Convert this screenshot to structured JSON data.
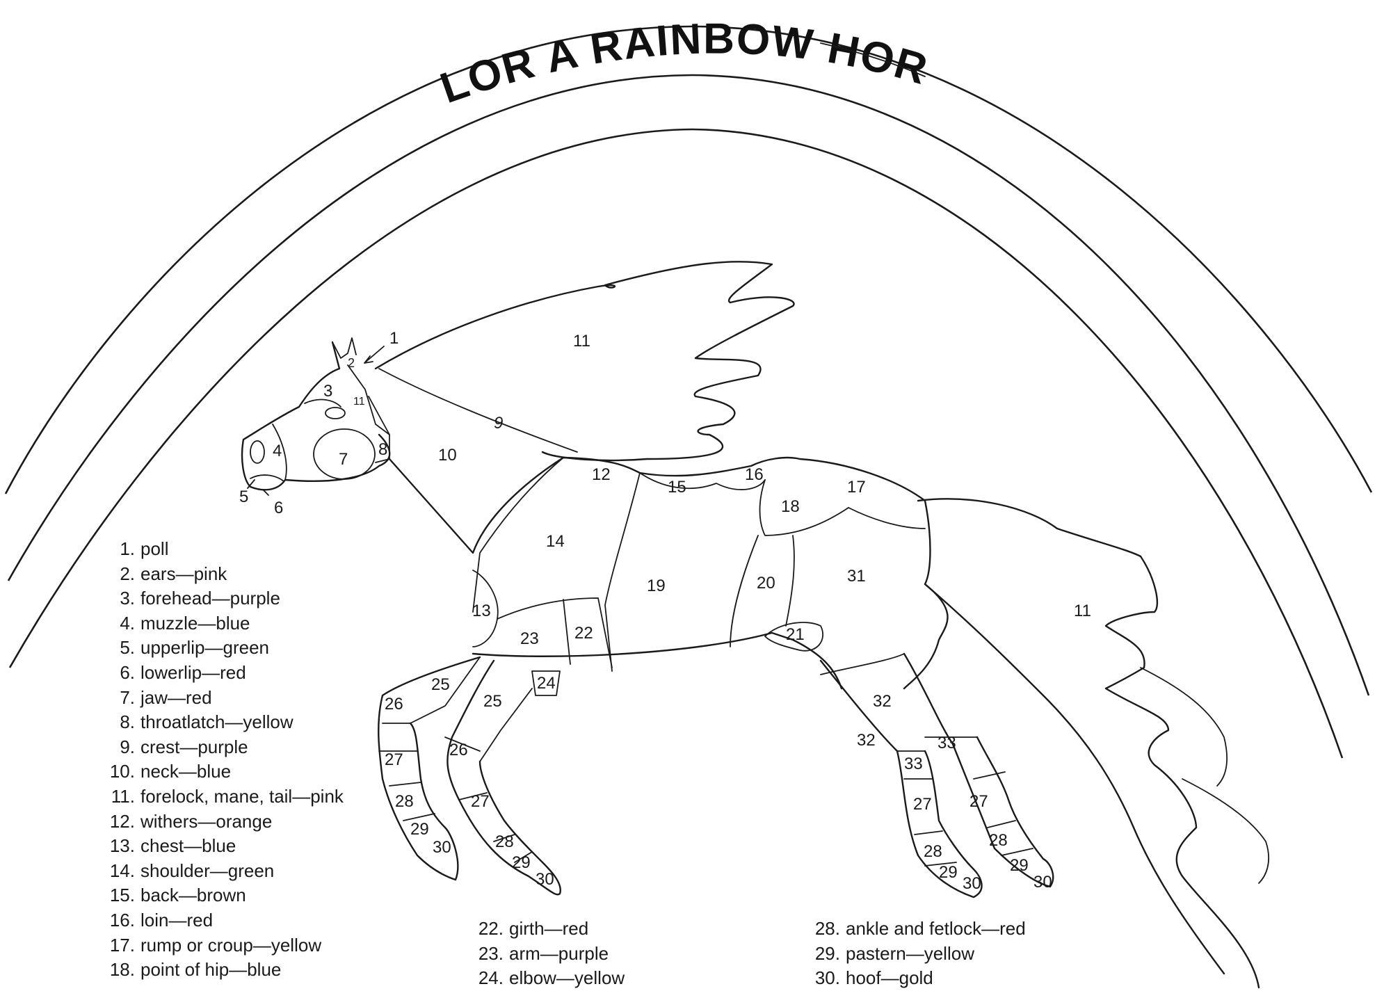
{
  "title": "COLOR A RAINBOW HORSE",
  "legend_columns": [
    [
      {
        "num": "1.",
        "text": "poll"
      },
      {
        "num": "2.",
        "text": "ears—pink"
      },
      {
        "num": "3.",
        "text": "forehead—purple"
      },
      {
        "num": "4.",
        "text": "muzzle—blue"
      },
      {
        "num": "5.",
        "text": "upperlip—green"
      },
      {
        "num": "6.",
        "text": "lowerlip—red"
      },
      {
        "num": "7.",
        "text": "jaw—red"
      },
      {
        "num": "8.",
        "text": "throatlatch—yellow"
      },
      {
        "num": "9.",
        "text": "crest—purple"
      },
      {
        "num": "10.",
        "text": "neck—blue"
      },
      {
        "num": "11.",
        "text": "forelock, mane, tail—pink"
      },
      {
        "num": "12.",
        "text": "withers—orange"
      },
      {
        "num": "13.",
        "text": "chest—blue"
      },
      {
        "num": "14.",
        "text": "shoulder—green"
      },
      {
        "num": "15.",
        "text": "back—brown"
      },
      {
        "num": "16.",
        "text": "loin—red"
      },
      {
        "num": "17.",
        "text": "rump or croup—yellow"
      },
      {
        "num": "18.",
        "text": "point of hip—blue"
      }
    ],
    [
      {
        "num": "22.",
        "text": "girth—red"
      },
      {
        "num": "23.",
        "text": "arm—purple"
      },
      {
        "num": "24.",
        "text": "elbow—yellow"
      }
    ],
    [
      {
        "num": "28.",
        "text": "ankle and fetlock—red"
      },
      {
        "num": "29.",
        "text": "pastern—yellow"
      },
      {
        "num": "30.",
        "text": "hoof—gold"
      }
    ]
  ],
  "region_labels": {
    "poll": "1",
    "ear": "2",
    "forehead": "3",
    "muzzle": "4",
    "upperlip": "5",
    "lowerlip": "6",
    "jaw": "7",
    "throatlatch": "8",
    "crest": "9",
    "neck": "10",
    "forelock": "11",
    "mane": "11",
    "tail": "11",
    "withers": "12",
    "chest": "13",
    "shoulder": "14",
    "back": "15",
    "loin": "16",
    "rump": "17",
    "point_of_hip": "18",
    "barrel": "19",
    "flank": "20",
    "stifle": "21",
    "girth": "22",
    "arm": "23",
    "elbow": "24",
    "forearm_left": "25",
    "forearm_right": "25",
    "knee_left": "26",
    "knee_right": "26",
    "cannon_fl": "27",
    "cannon_fr": "27",
    "cannon_hl": "27",
    "cannon_hr": "27",
    "fetlock_fl": "28",
    "fetlock_fr": "28",
    "fetlock_hl": "28",
    "fetlock_hr": "28",
    "pastern_fl": "29",
    "pastern_fr": "29",
    "pastern_hl": "29",
    "pastern_hr": "29",
    "hoof_fl": "30",
    "hoof_fr": "30",
    "hoof_hl": "30",
    "hoof_hr": "30",
    "thigh": "31",
    "gaskin": "32",
    "gaskin_lower": "32",
    "hock_left": "33",
    "hock_right": "33"
  }
}
